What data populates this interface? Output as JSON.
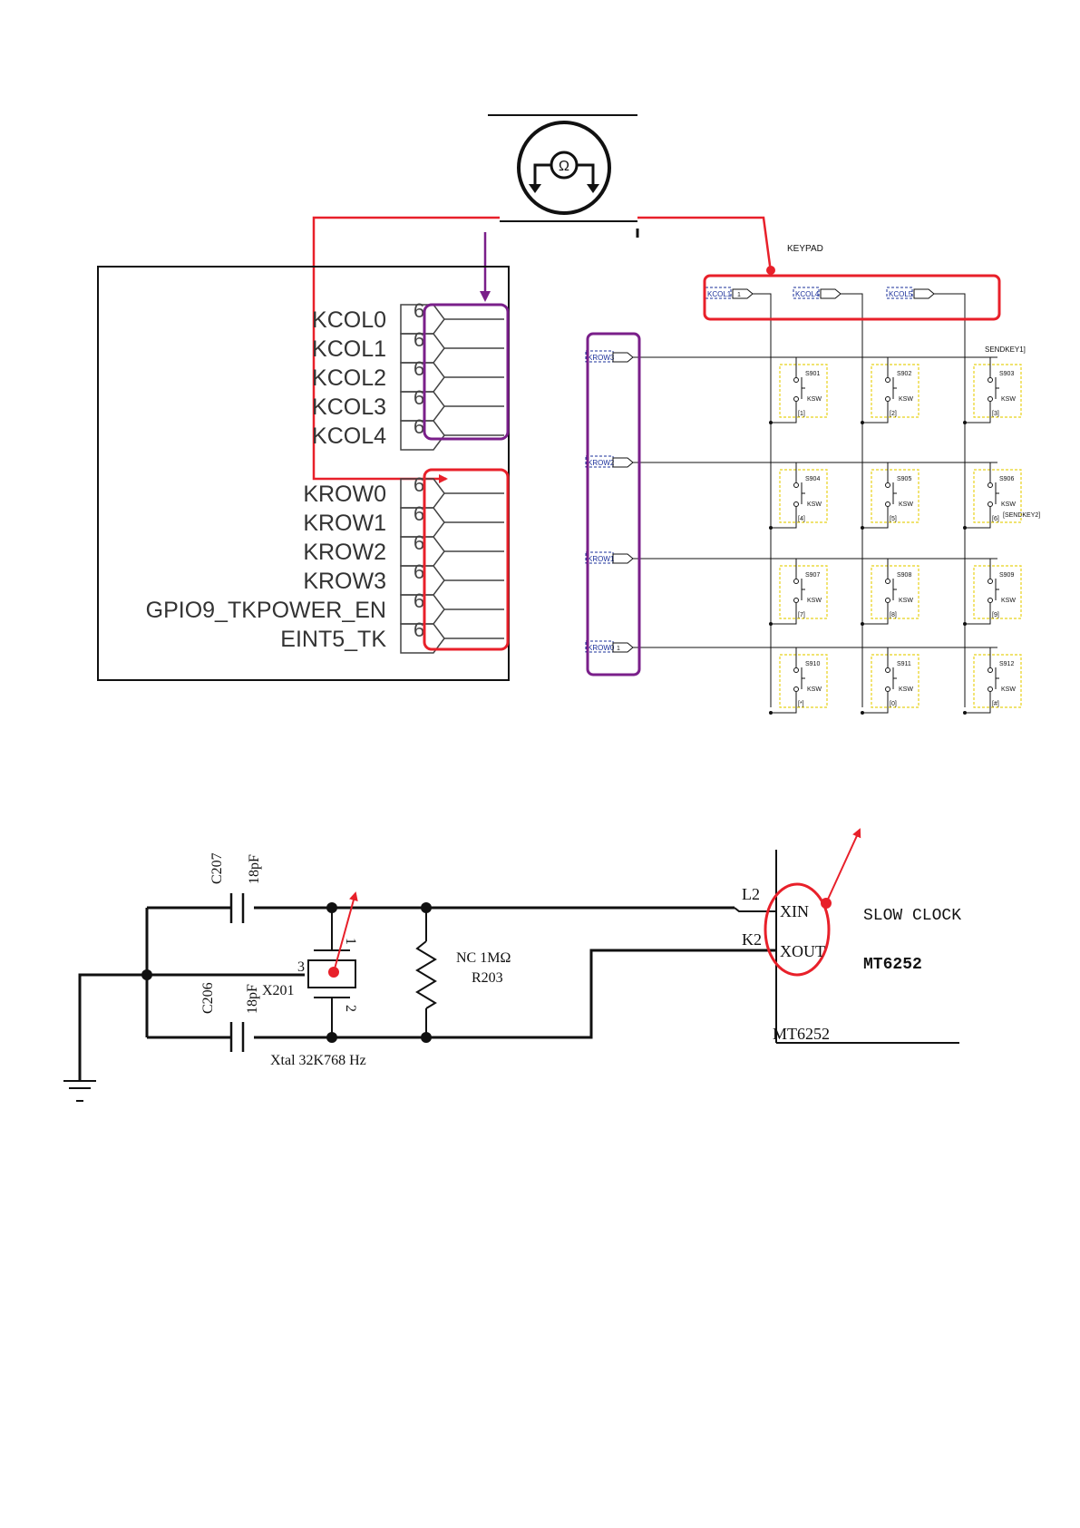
{
  "colors": {
    "red": "#e8202a",
    "purple": "#7a1f8a",
    "ink": "#111111",
    "yellow": "#e8d21a",
    "blue": "#1a2f9a"
  },
  "icon": {
    "name": "headphone-jack-icon",
    "glyph": "Ω"
  },
  "gpio": {
    "pin_number": "6",
    "kcol_labels": [
      "KCOL0",
      "KCOL1",
      "KCOL2",
      "KCOL3",
      "KCOL4"
    ],
    "krow_labels": [
      "KROW0",
      "KROW1",
      "KROW2",
      "KROW3",
      "GPIO9_TKPOWER_EN",
      "EINT5_TK"
    ]
  },
  "keypad": {
    "title": "KEYPAD",
    "col_ports": [
      "KCOL1",
      "KCOL4",
      "KCOL5"
    ],
    "col_port_tag": "1",
    "row_ports": [
      "KROW3",
      "KROW2",
      "KROW1",
      "KROW0"
    ],
    "row_port_tag": "1",
    "sendkey1": "SENDKEY1]",
    "sendkey2": "[SENDKEY2]",
    "switch_type": "KSW",
    "switches": [
      "S901",
      "S902",
      "S903",
      "S904",
      "S905",
      "S906",
      "S907",
      "S908",
      "S909",
      "S910",
      "S911",
      "S912"
    ],
    "keys": [
      "[1]",
      "[2]",
      "[3]",
      "[4]",
      "[5]",
      "[6]",
      "[7]",
      "[8]",
      "[9]",
      "[*]",
      "[0]",
      "[#]"
    ]
  },
  "clock": {
    "c207": "C207",
    "c207_val": "18pF",
    "c206": "C206",
    "c206_val": "18pF",
    "crystal": "X201",
    "crystal_desc": "Xtal 32K768 Hz",
    "pin1": "1",
    "pin2": "2",
    "pin3": "3",
    "resistor": "NC 1MΩ",
    "resistor_ref": "R203",
    "pin_l2": "L2",
    "pin_k2": "K2",
    "xin": "XIN",
    "xout": "XOUT",
    "title": "SLOW CLOCK",
    "chip_bold": "MT6252",
    "chip_label": "MT6252"
  }
}
